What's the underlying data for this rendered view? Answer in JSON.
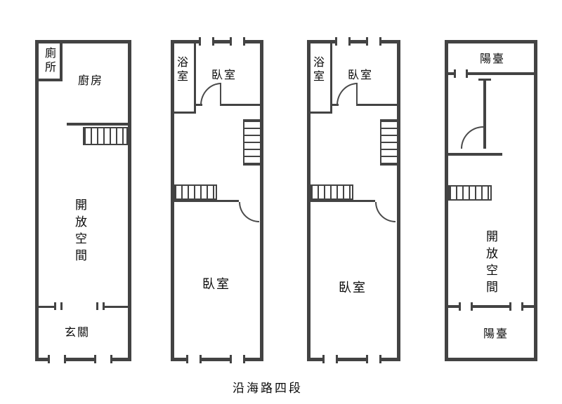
{
  "caption": "沿海路四段",
  "colors": {
    "walls": "#434343"
  },
  "floor1": {
    "toilet": "廁所",
    "kitchen": "廚房",
    "open_space": "開放空間",
    "entry": "玄關"
  },
  "floor2": {
    "bathroom": "浴室",
    "bedroom_top": "臥室",
    "bedroom_bottom": "臥室"
  },
  "floor3": {
    "bathroom": "浴室",
    "bedroom_top": "臥室",
    "bedroom_bottom": "臥室"
  },
  "floor4": {
    "balcony_top": "陽臺",
    "open_space": "開放空間",
    "balcony_bottom": "陽臺"
  }
}
